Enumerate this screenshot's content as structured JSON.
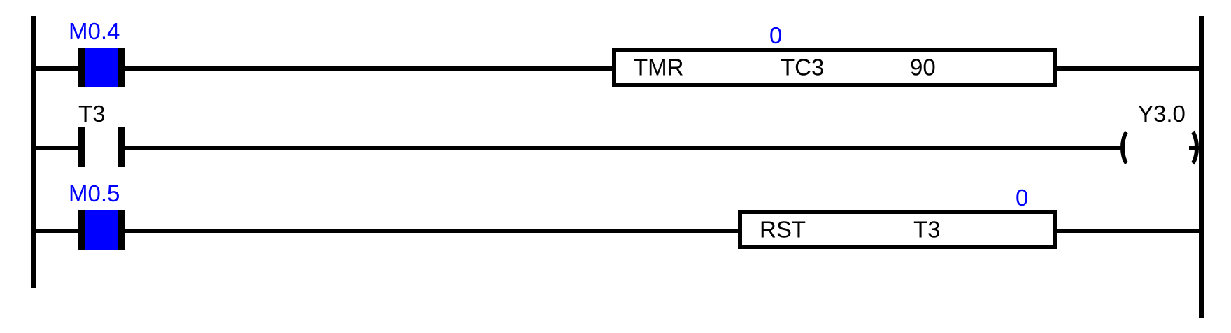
{
  "diagram": {
    "type": "plc-ladder-logic",
    "colors": {
      "energized": "#0000FF",
      "wire": "#000000",
      "background": "#FFFFFF"
    },
    "rungs": [
      {
        "index": 1,
        "contact": {
          "label": "M0.4",
          "kind": "normally-open",
          "state": "energized"
        },
        "instruction": {
          "mnemonic": "TMR",
          "operand": "TC3",
          "preset": "90",
          "current_value": "0"
        }
      },
      {
        "index": 2,
        "contact": {
          "label": "T3",
          "kind": "normally-open",
          "state": "off"
        },
        "coil": {
          "label": "Y3.0",
          "kind": "output-coil",
          "state": "off"
        }
      },
      {
        "index": 3,
        "contact": {
          "label": "M0.5",
          "kind": "normally-open",
          "state": "energized"
        },
        "instruction": {
          "mnemonic": "RST",
          "operand": "T3",
          "current_value": "0"
        }
      }
    ]
  }
}
